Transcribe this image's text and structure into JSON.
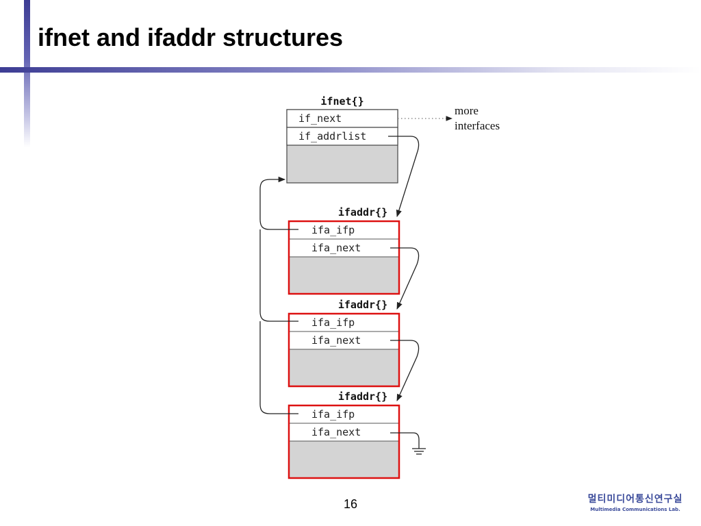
{
  "slide": {
    "title": "ifnet and ifaddr structures",
    "page_number": "16"
  },
  "diagram": {
    "ifnet": {
      "label": "ifnet{}",
      "fields": [
        "if_next",
        "if_addrlist"
      ]
    },
    "more_interfaces": [
      "more",
      "interfaces"
    ],
    "ifaddrs": [
      {
        "label": "ifaddr{}",
        "fields": [
          "ifa_ifp",
          "ifa_next"
        ]
      },
      {
        "label": "ifaddr{}",
        "fields": [
          "ifa_ifp",
          "ifa_next"
        ]
      },
      {
        "label": "ifaddr{}",
        "fields": [
          "ifa_ifp",
          "ifa_next"
        ]
      }
    ],
    "colors": {
      "highlight_border": "#dd1111",
      "box_fill": "#d4d4d4",
      "line": "#333333"
    }
  },
  "footer": {
    "lab_name_korean": "멀티미디어통신연구실",
    "lab_name_english": "Multimedia Communications Lab."
  }
}
